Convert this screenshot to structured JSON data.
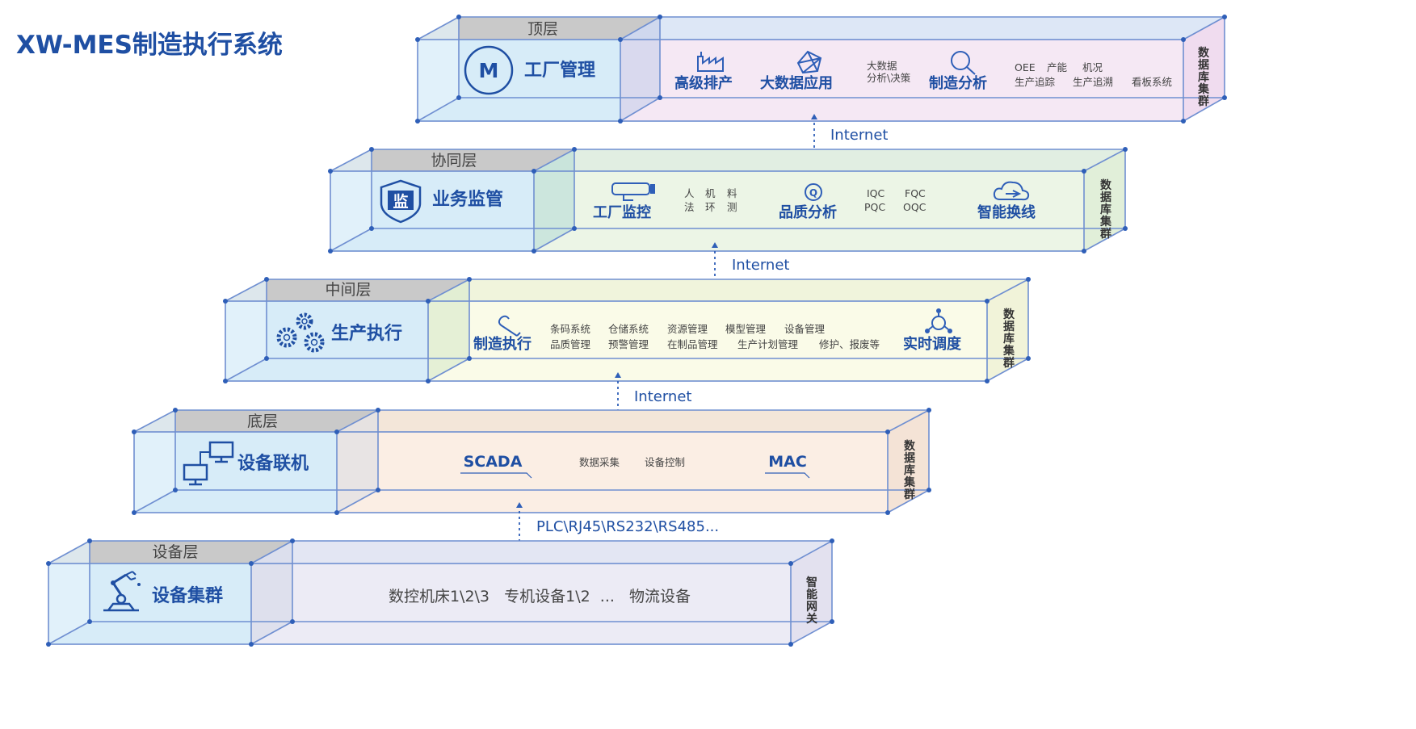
{
  "title": "XW-MES制造执行系统",
  "colors": {
    "accent": "#1f4fa3",
    "edge": "#6f8fd1"
  },
  "layers": [
    {
      "tab": "顶层",
      "main": "工厂管理",
      "icon": "m-badge-icon",
      "icon_text": "M",
      "side": "数据库集群",
      "features": [
        {
          "label": "高级排产",
          "icon": "factory-icon"
        },
        {
          "label": "大数据应用",
          "icon": "network-icon"
        },
        {
          "label": "制造分析",
          "icon": "magnifier-icon"
        }
      ],
      "notes": [
        "大数据",
        "分析\\决策",
        "OEE",
        "产能",
        "机况",
        "生产追踪",
        "生产追溯",
        "看板系统"
      ]
    },
    {
      "tab": "协同层",
      "main": "业务监管",
      "icon": "shield-icon",
      "icon_text": "监",
      "side": "数据库集群",
      "features": [
        {
          "label": "工厂监控",
          "icon": "camera-icon"
        },
        {
          "label": "品质分析",
          "icon": "quality-icon"
        },
        {
          "label": "智能换线",
          "icon": "cloud-icon"
        }
      ],
      "notes": [
        "人",
        "机",
        "料",
        "法",
        "环",
        "测",
        "IQC",
        "FQC",
        "PQC",
        "OQC"
      ]
    },
    {
      "tab": "中间层",
      "main": "生产执行",
      "icon": "gears-icon",
      "side": "数据库集群",
      "features": [
        {
          "label": "制造执行",
          "icon": "wrench-icon"
        },
        {
          "label": "实时调度",
          "icon": "hub-icon"
        }
      ],
      "notes": [
        "条码系统",
        "仓储系统",
        "资源管理",
        "模型管理",
        "设备管理",
        "品质管理",
        "预警管理",
        "在制品管理",
        "生产计划管理",
        "修护、报废等"
      ]
    },
    {
      "tab": "底层",
      "main": "设备联机",
      "icon": "computers-icon",
      "side": "数据库集群",
      "features": [
        {
          "label": "SCADA"
        },
        {
          "label": "MAC"
        }
      ],
      "notes": [
        "数据采集",
        "设备控制"
      ]
    },
    {
      "tab": "设备层",
      "main": "设备集群",
      "icon": "robot-arm-icon",
      "side": "智能网关",
      "devices": "数控机床1\\2\\3   专机设备1\\2  ...   物流设备"
    }
  ],
  "connectors": [
    "Internet",
    "Internet",
    "Internet",
    "PLC\\RJ45\\RS232\\RS485..."
  ]
}
